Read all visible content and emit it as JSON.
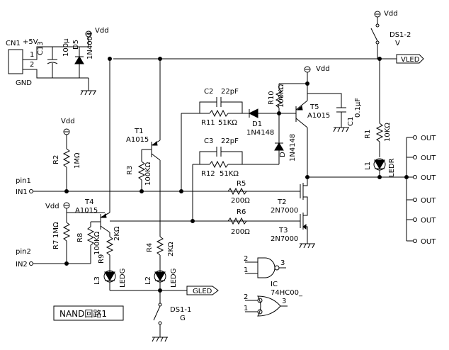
{
  "supply": {
    "connector": "CN1",
    "plus5v": "+5V",
    "pin1": "1",
    "pin2": "2",
    "gnd": "GND",
    "vdd": "Vdd"
  },
  "parts": {
    "c13": "C13",
    "c13_val": "100μ",
    "d5": "D5",
    "d5_val": "1N4004",
    "c1": "C1",
    "c1_val": "0.1μF",
    "c2": "C2",
    "c2_val": "22pF",
    "c3": "C3",
    "c3_val": "22pF",
    "r1": "R1",
    "r1_val": "10KΩ",
    "r2": "R2",
    "r2_val": "1MΩ",
    "r3": "R3",
    "r3_val": "100KΩ",
    "r4": "R4",
    "r4_val": "2KΩ",
    "r5": "R5",
    "r5_val": "200Ω",
    "r6": "R6",
    "r6_val": "200Ω",
    "r7": "R7",
    "r7_val": "1MΩ",
    "r8": "R8",
    "r8_val": "100KΩ",
    "r9": "R9",
    "r9_val": "2KΩ",
    "r10": "R10",
    "r10_val": "100KΩ",
    "r11": "R11",
    "r11_val": "51KΩ",
    "r12": "R12",
    "r12_val": "51KΩ",
    "d1": "D1",
    "d1_val": "1N4148",
    "d2": "D",
    "d2_val": "1N4148",
    "t1": "T1",
    "t1_val": "A1015",
    "t2": "T2",
    "t2_val": "2N7000",
    "t3": "T3",
    "t3_val": "2N7000",
    "t4": "T4",
    "t4_val": "A1015",
    "t5": "T5",
    "t5_val": "A1015",
    "l1": "L1",
    "l1_val": "LEDR",
    "l2": "L2",
    "l2_val": "LEDG",
    "l3": "L3",
    "l3_val": "LEDG",
    "ds1_1": "DS1-1",
    "ds1_1_sub": "G",
    "ds1_2": "DS1-2",
    "ds1_2_sub": "V"
  },
  "nets": {
    "vled": "VLED",
    "gled": "GLED",
    "pin1": "pin1",
    "in1": "IN1",
    "pin2": "pin2",
    "in2": "IN2",
    "out": "OUT"
  },
  "gate": {
    "in2": "2",
    "in1": "1",
    "out": "3",
    "ic": "IC",
    "part": "74HC00_"
  },
  "title": "NAND回路1"
}
